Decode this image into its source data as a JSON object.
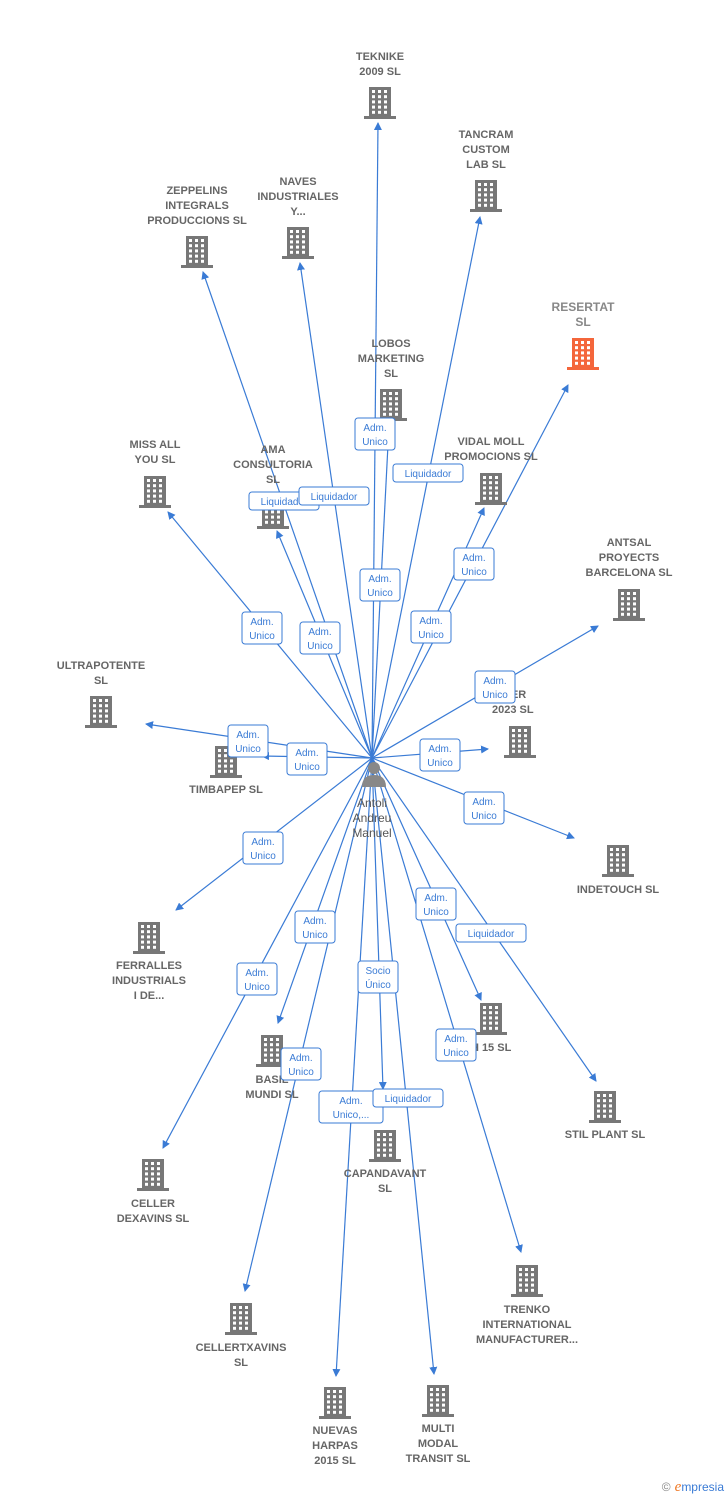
{
  "center": {
    "name_lines": [
      "Antoli",
      "Andreu",
      "Manuel"
    ]
  },
  "companies": [
    {
      "id": "teknike",
      "lines": [
        "TEKNIKE",
        "2009 SL"
      ]
    },
    {
      "id": "tancram",
      "lines": [
        "TANCRAM",
        "CUSTOM",
        "LAB  SL"
      ]
    },
    {
      "id": "zeppelins",
      "lines": [
        "ZEPPELINS",
        "INTEGRALS",
        "PRODUCCIONS SL"
      ]
    },
    {
      "id": "naves",
      "lines": [
        "NAVES",
        "INDUSTRIALES",
        "Y..."
      ]
    },
    {
      "id": "resertat",
      "lines": [
        "RESERTAT",
        "SL"
      ],
      "highlight": true
    },
    {
      "id": "lobos",
      "lines": [
        "LOBOS",
        "MARKETING",
        "SL"
      ]
    },
    {
      "id": "missall",
      "lines": [
        "MISS ALL",
        "YOU  SL"
      ]
    },
    {
      "id": "ama",
      "lines": [
        "AMA",
        "CONSULTORIA",
        "SL"
      ]
    },
    {
      "id": "vidal",
      "lines": [
        "VIDAL MOLL",
        "PROMOCIONS SL"
      ]
    },
    {
      "id": "antsal",
      "lines": [
        "ANTSAL",
        "PROYECTS",
        "BARCELONA SL"
      ]
    },
    {
      "id": "ultrapotente",
      "lines": [
        "ULTRAPOTENTE",
        "SL"
      ]
    },
    {
      "id": "rider",
      "lines": [
        "RIDER",
        "2023  SL"
      ]
    },
    {
      "id": "timbapep",
      "lines": [
        "TIMBAPEP  SL"
      ]
    },
    {
      "id": "indetouch",
      "lines": [
        "INDETOUCH SL"
      ]
    },
    {
      "id": "ferralles",
      "lines": [
        "FERRALLES",
        "INDUSTRIALS",
        "I DE..."
      ]
    },
    {
      "id": "ah15",
      "lines": [
        "AH 15 SL"
      ]
    },
    {
      "id": "basil",
      "lines": [
        "BASIL",
        "MUNDI  SL"
      ]
    },
    {
      "id": "stilplant",
      "lines": [
        "STIL PLANT SL"
      ]
    },
    {
      "id": "capandavant",
      "lines": [
        "CAPANDAVANT",
        "SL"
      ]
    },
    {
      "id": "celler",
      "lines": [
        "CELLER",
        "DEXAVINS SL"
      ]
    },
    {
      "id": "trenko",
      "lines": [
        "TRENKO",
        "INTERNATIONAL",
        "MANUFACTURER..."
      ]
    },
    {
      "id": "cellertxavins",
      "lines": [
        "CELLERTXAVINS",
        "SL"
      ]
    },
    {
      "id": "nuevas",
      "lines": [
        "NUEVAS",
        "HARPAS",
        "2015  SL"
      ]
    },
    {
      "id": "multi",
      "lines": [
        "MULTI",
        "MODAL",
        "TRANSIT SL"
      ]
    }
  ],
  "relations": [
    {
      "to": "teknike",
      "lines": [
        "Adm.",
        "Unico"
      ]
    },
    {
      "to": "lobos",
      "lines": [
        "Adm.",
        "Unico"
      ]
    },
    {
      "to": "tancram",
      "lines": [
        "Liquidador"
      ]
    },
    {
      "to": "ama",
      "lines": [
        "Liquidador"
      ]
    },
    {
      "to": "naves",
      "lines": [
        "Liquidador"
      ]
    },
    {
      "to": "resertat",
      "lines": [
        "Adm.",
        "Unico"
      ]
    },
    {
      "to": "vidal",
      "lines": [
        "Adm.",
        "Unico"
      ]
    },
    {
      "to": "missall",
      "lines": [
        "Adm.",
        "Unico"
      ]
    },
    {
      "to": "zeppelins",
      "lines": [
        "Adm.",
        "Unico"
      ]
    },
    {
      "to": "antsal",
      "lines": [
        "Adm.",
        "Unico"
      ]
    },
    {
      "to": "ultrapotente",
      "lines": [
        "Adm.",
        "Unico"
      ]
    },
    {
      "to": "timbapep",
      "lines": [
        "Adm.",
        "Unico"
      ]
    },
    {
      "to": "rider",
      "lines": [
        "Adm.",
        "Unico"
      ]
    },
    {
      "to": "indetouch",
      "lines": [
        "Adm.",
        "Unico"
      ]
    },
    {
      "to": "ferralles",
      "lines": [
        "Adm.",
        "Unico"
      ]
    },
    {
      "to": "ah15",
      "lines": [
        "Adm.",
        "Unico"
      ]
    },
    {
      "to": "stilplant",
      "lines": [
        "Liquidador"
      ]
    },
    {
      "to": "basil",
      "lines": [
        "Adm.",
        "Unico"
      ]
    },
    {
      "to": "celler",
      "lines": [
        "Adm.",
        "Unico"
      ]
    },
    {
      "to": "capandavant",
      "lines": [
        "Socio",
        "Único"
      ]
    },
    {
      "to": "cellertxavins",
      "lines": [
        "Adm.",
        "Unico"
      ]
    },
    {
      "to": "nuevas",
      "lines": [
        "Adm.",
        "Unico,..."
      ]
    },
    {
      "to": "multi",
      "lines": [
        "Liquidador"
      ]
    },
    {
      "to": "trenko",
      "lines": [
        "Adm.",
        "Unico"
      ]
    }
  ],
  "colors": {
    "edge": "#3a7bd5",
    "node": "#777777",
    "highlight": "#f4663b",
    "person": "#888888"
  },
  "footer": {
    "copyright": "©",
    "brand_first": "e",
    "brand_rest": "mpresia"
  }
}
